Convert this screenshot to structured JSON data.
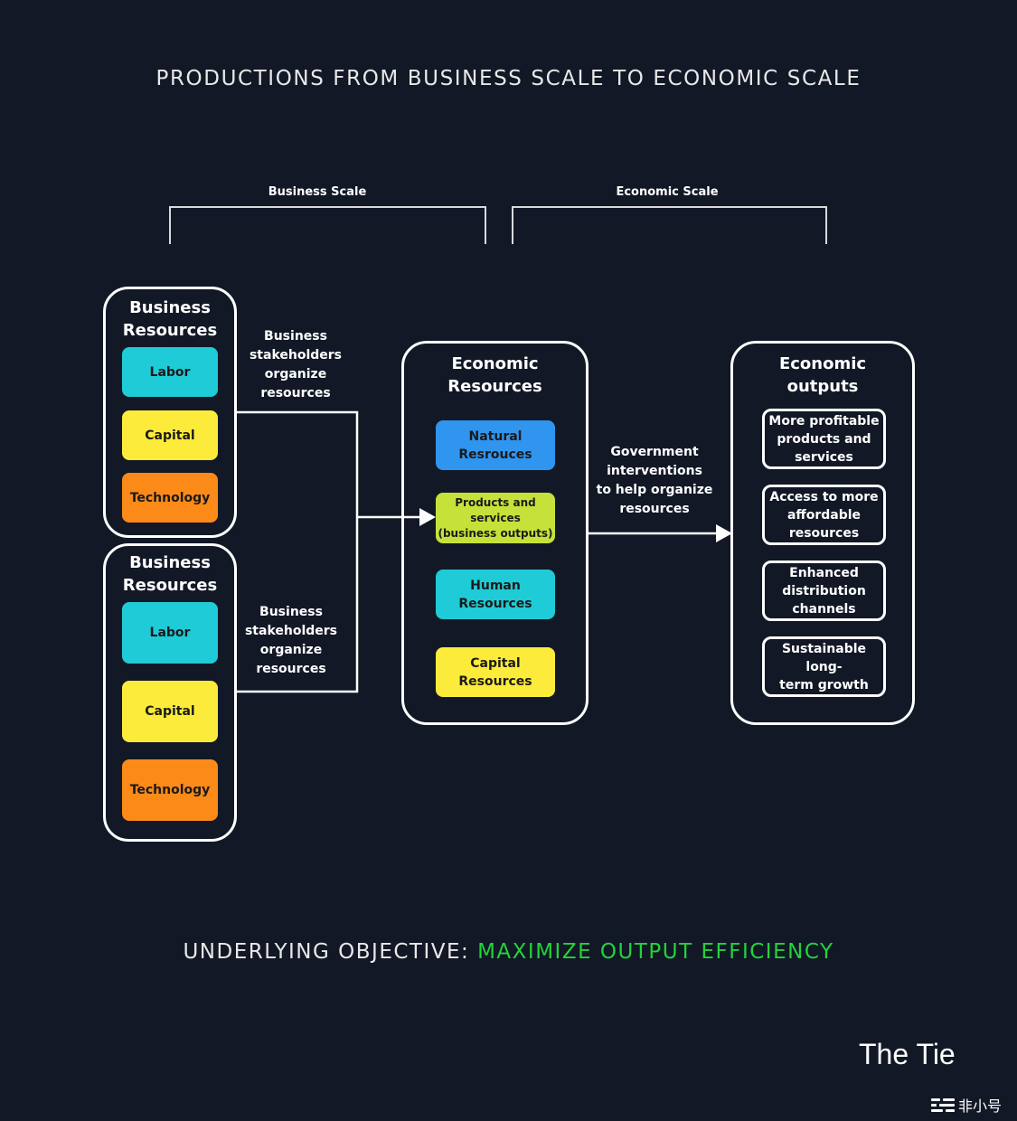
{
  "title": "PRODUCTIONS FROM BUSINESS SCALE TO ECONOMIC SCALE",
  "scales": {
    "business": "Business Scale",
    "economic": "Economic Scale"
  },
  "business_groups": [
    {
      "title": "Business\nResources",
      "items": [
        "Labor",
        "Capital",
        "Technology"
      ],
      "caption": "Business\nstakeholders\norganize\nresources"
    },
    {
      "title": "Business\nResources",
      "items": [
        "Labor",
        "Capital",
        "Technology"
      ],
      "caption": "Business\nstakeholders\norganize\nresources"
    }
  ],
  "economic_resources": {
    "title": "Economic\nResources",
    "items": [
      {
        "label": "Natural\nResrouces",
        "color": "#2f95ee"
      },
      {
        "label": "Products and\nservices\n(business outputs)",
        "color": "#c6e23a"
      },
      {
        "label": "Human\nResources",
        "color": "#1fcbd6"
      },
      {
        "label": "Capital\nResources",
        "color": "#fdeb3b"
      }
    ]
  },
  "government_caption": "Government\ninterventions\nto help organize\nresources",
  "economic_outputs": {
    "title": "Economic\noutputs",
    "items": [
      "More profitable\nproducts and\nservices",
      "Access to more\naffordable\nresources",
      "Enhanced\ndistribution\nchannels",
      "Sustainable long-\nterm growth"
    ]
  },
  "objective": {
    "label": "UNDERLYING OBJECTIVE:",
    "value": "MAXIMIZE OUTPUT EFFICIENCY"
  },
  "colors": {
    "labor": "#1fcbd6",
    "capital": "#fdeb3b",
    "technology": "#fb8a18",
    "objective_accent": "#21d43a",
    "background": "#121826"
  },
  "brand": "The Tie",
  "watermark": "非小号"
}
